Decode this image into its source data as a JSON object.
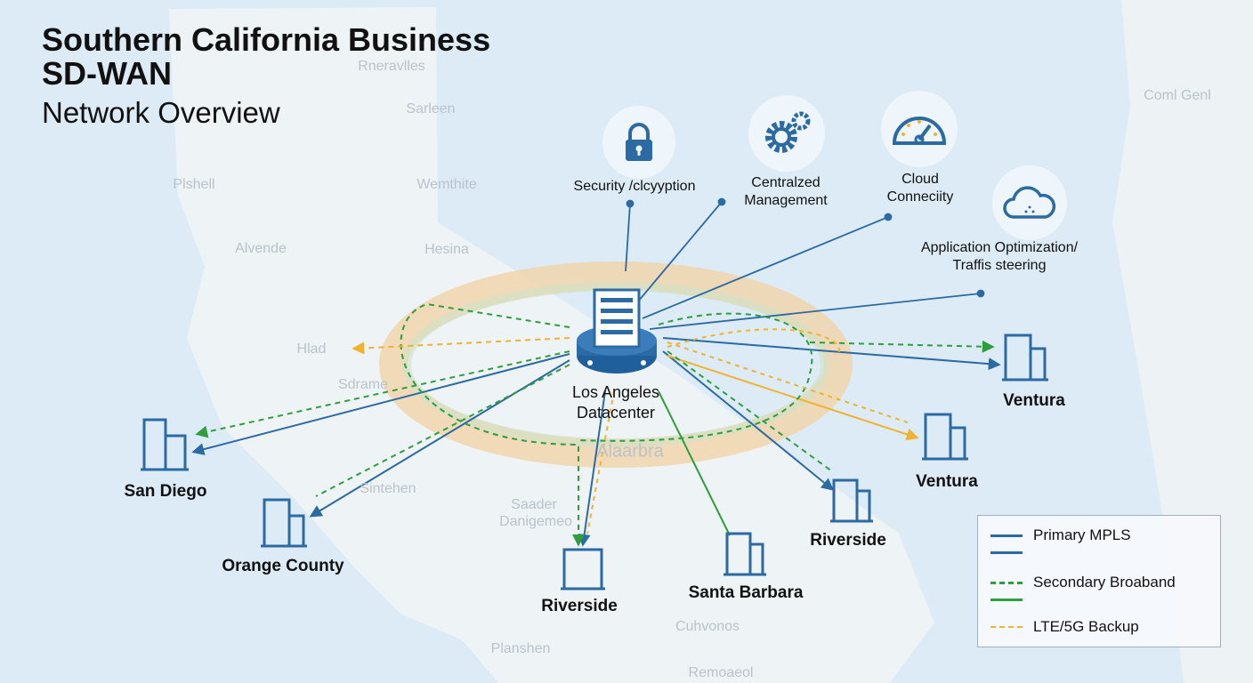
{
  "title": {
    "line1": "Southern California Business",
    "line2": "SD-WAN",
    "subtitle": "Network Overview"
  },
  "hub": {
    "line1": "Los Angeles",
    "line2": "Datacenter"
  },
  "features": [
    {
      "icon": "lock-icon",
      "label": "Security /clcyyption"
    },
    {
      "icon": "gears-icon",
      "line1": "Centralzed",
      "line2": "Management"
    },
    {
      "icon": "gauge-icon",
      "line1": "Cloud",
      "line2": "Conneciity"
    },
    {
      "icon": "cloud-icon",
      "line1": "Application Optimization/",
      "line2": "Traffis steering"
    }
  ],
  "sites": [
    "Ventura",
    "Ventura",
    "Riverside",
    "Santa Barbara",
    "Riverside",
    "Orange County",
    "San Diego"
  ],
  "map_labels": [
    "Rneravlles",
    "Sarleen",
    "Plshell",
    "Wemthite",
    "Alvende",
    "Hesina",
    "Hlad",
    "Sdrame",
    "Sintehen",
    "Saader",
    "Danigemeo",
    "Alaarbra",
    "Cuhvonos",
    "Planshen",
    "Remoaeol",
    "Coml Genl"
  ],
  "legend": [
    {
      "label": "Primary MPLS",
      "style": "solid",
      "color": "#2b6aa3"
    },
    {
      "label": "",
      "style": "solid",
      "color": "#2b6aa3"
    },
    {
      "label": "Secondary Broaband",
      "style": "dashed",
      "color": "#2e9e3e"
    },
    {
      "label": "",
      "style": "solid",
      "color": "#2e9e3e"
    },
    {
      "label": "LTE/5G Backup",
      "style": "dashed",
      "color": "#f0b330"
    }
  ],
  "colors": {
    "mpls": "#2b6aa3",
    "broadband": "#2e9e3e",
    "lte": "#f0b330",
    "icon": "#2b6aa3"
  }
}
